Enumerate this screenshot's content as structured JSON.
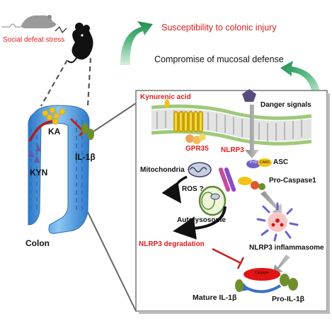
{
  "labels": {
    "social_defeat_stress": "Social defeat stress",
    "susceptibility": "Susceptibility to colonic injury",
    "compromise": "Compromise of mucosal defense",
    "colon": "Colon",
    "ka": "KA",
    "kyn": "KYN",
    "il1b": "IL-1β",
    "kynurenic_acid": "Kynurenic acid",
    "danger_signals": "Danger signals",
    "gpr35": "GPR35",
    "nlrp3": "NLRP3",
    "asc": "ASC",
    "pyd": "PYD",
    "card": "CARD",
    "pro_caspase1": "Pro-Caspase1",
    "mitochondria": "Mitochondria",
    "ros": "ROS ?",
    "autolysosome": "Autolysosome",
    "nlrp3_degradation": "NLRP3 degradation",
    "nlrp3_inflammasome": "NLRP3 inflammasome",
    "caspase": "Caspase",
    "mature_il1b": "Mature IL-1β",
    "pro_il1b": "Pro-IL-1β"
  },
  "colors": {
    "red_text": "#e01b1b",
    "green_arrow": "#2e9a62",
    "colon_blue": "#4a9be0",
    "membrane_green": "#9fc97b",
    "caspase_red": "#e01414",
    "il_green": "#6f8f2c",
    "ka_yellow": "#f2c316",
    "danger_purple": "#5a4a7e"
  }
}
